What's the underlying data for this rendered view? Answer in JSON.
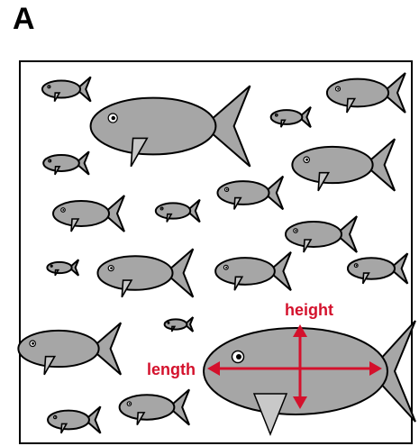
{
  "figure": {
    "panel_label": "A",
    "colors": {
      "fish_body": "#a6a6a6",
      "fish_fin": "#c8c8c8",
      "outline": "#000000",
      "annotation": "#d4112c",
      "frame": "#000000"
    },
    "icons": [
      "fish-icon",
      "eye-icon",
      "arrow-icon"
    ]
  },
  "annotations": {
    "height_label": "height",
    "length_label": "length"
  }
}
